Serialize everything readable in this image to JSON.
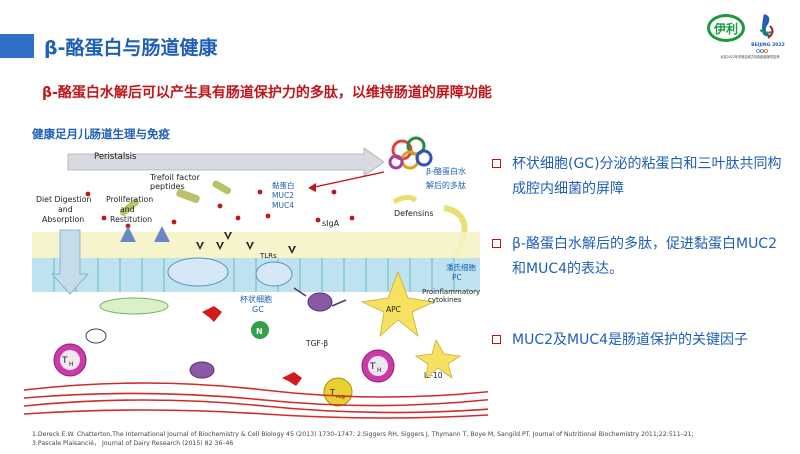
{
  "header": {
    "title": "β-酪蛋白与肠道健康",
    "subtitle": "β-酪蛋白水解后可以产生具有肠道保护力的多肽，以维持肠道的屏障功能"
  },
  "logos": {
    "brand_text": "伊利",
    "olympic_text": "BEIJING 2022",
    "olympic_caption": "北京2022年冬奥会官方乳制品独家供应商"
  },
  "figure": {
    "title": "健康足月儿肠道生理与免疫",
    "labels": {
      "peristalsis": "Peristalsis",
      "trefoil": "Trefoil factor",
      "trefoil2": "peptides",
      "mucin": "黏蛋白",
      "muc2": "MUC2",
      "muc4": "MUC4",
      "beta_peptide": "β-酪蛋白水",
      "beta_peptide2": "解后的多肽",
      "diet1": "Diet Digestion",
      "diet2": "and",
      "diet3": "Absorption",
      "prolif1": "Proliferation",
      "prolif2": "and",
      "prolif3": "Restitution",
      "siga": "sIgA",
      "defensins": "Defensins",
      "tlrs": "TLRs",
      "paneth": "潘氏细胞",
      "pc": "PC",
      "goblet": "杯状细胞",
      "gc": "GC",
      "apc": "APC",
      "proinflam1": "Proinflammatory",
      "proinflam2": "cytokines",
      "tgf": "TGF-β",
      "il10": "IL-10",
      "n": "N",
      "th": "T",
      "th_sub": "H",
      "treg": "T",
      "treg_sub": "reg"
    }
  },
  "bullets": [
    {
      "text": "杯状细胞(GC)分泌的粘蛋白和三叶肽共同构成腔内细菌的屏障"
    },
    {
      "text": "β-酪蛋白水解后的多肽，促进黏蛋白MUC2和MUC4的表达。"
    },
    {
      "text": "MUC2及MUC4是肠道保护的关键因子"
    }
  ],
  "references": {
    "line1": "1.Dereck E.W. Chatterton,The International Journal of Biochemistry & Cell Biology 45 (2013) 1730–1747;   2.Siggers RH, Siggers J, Thymann T, Boye M, Sangild PT. Journal of Nutritional Biochemistry 2011;22:511–21;",
    "line2": "3.Pascale Plaisancié，  Journal of Dairy Research (2015) 82 36–46"
  },
  "colors": {
    "title_blue": "#1f5fb8",
    "accent_red": "#c0151b",
    "bar_blue": "#2f6fc4"
  }
}
